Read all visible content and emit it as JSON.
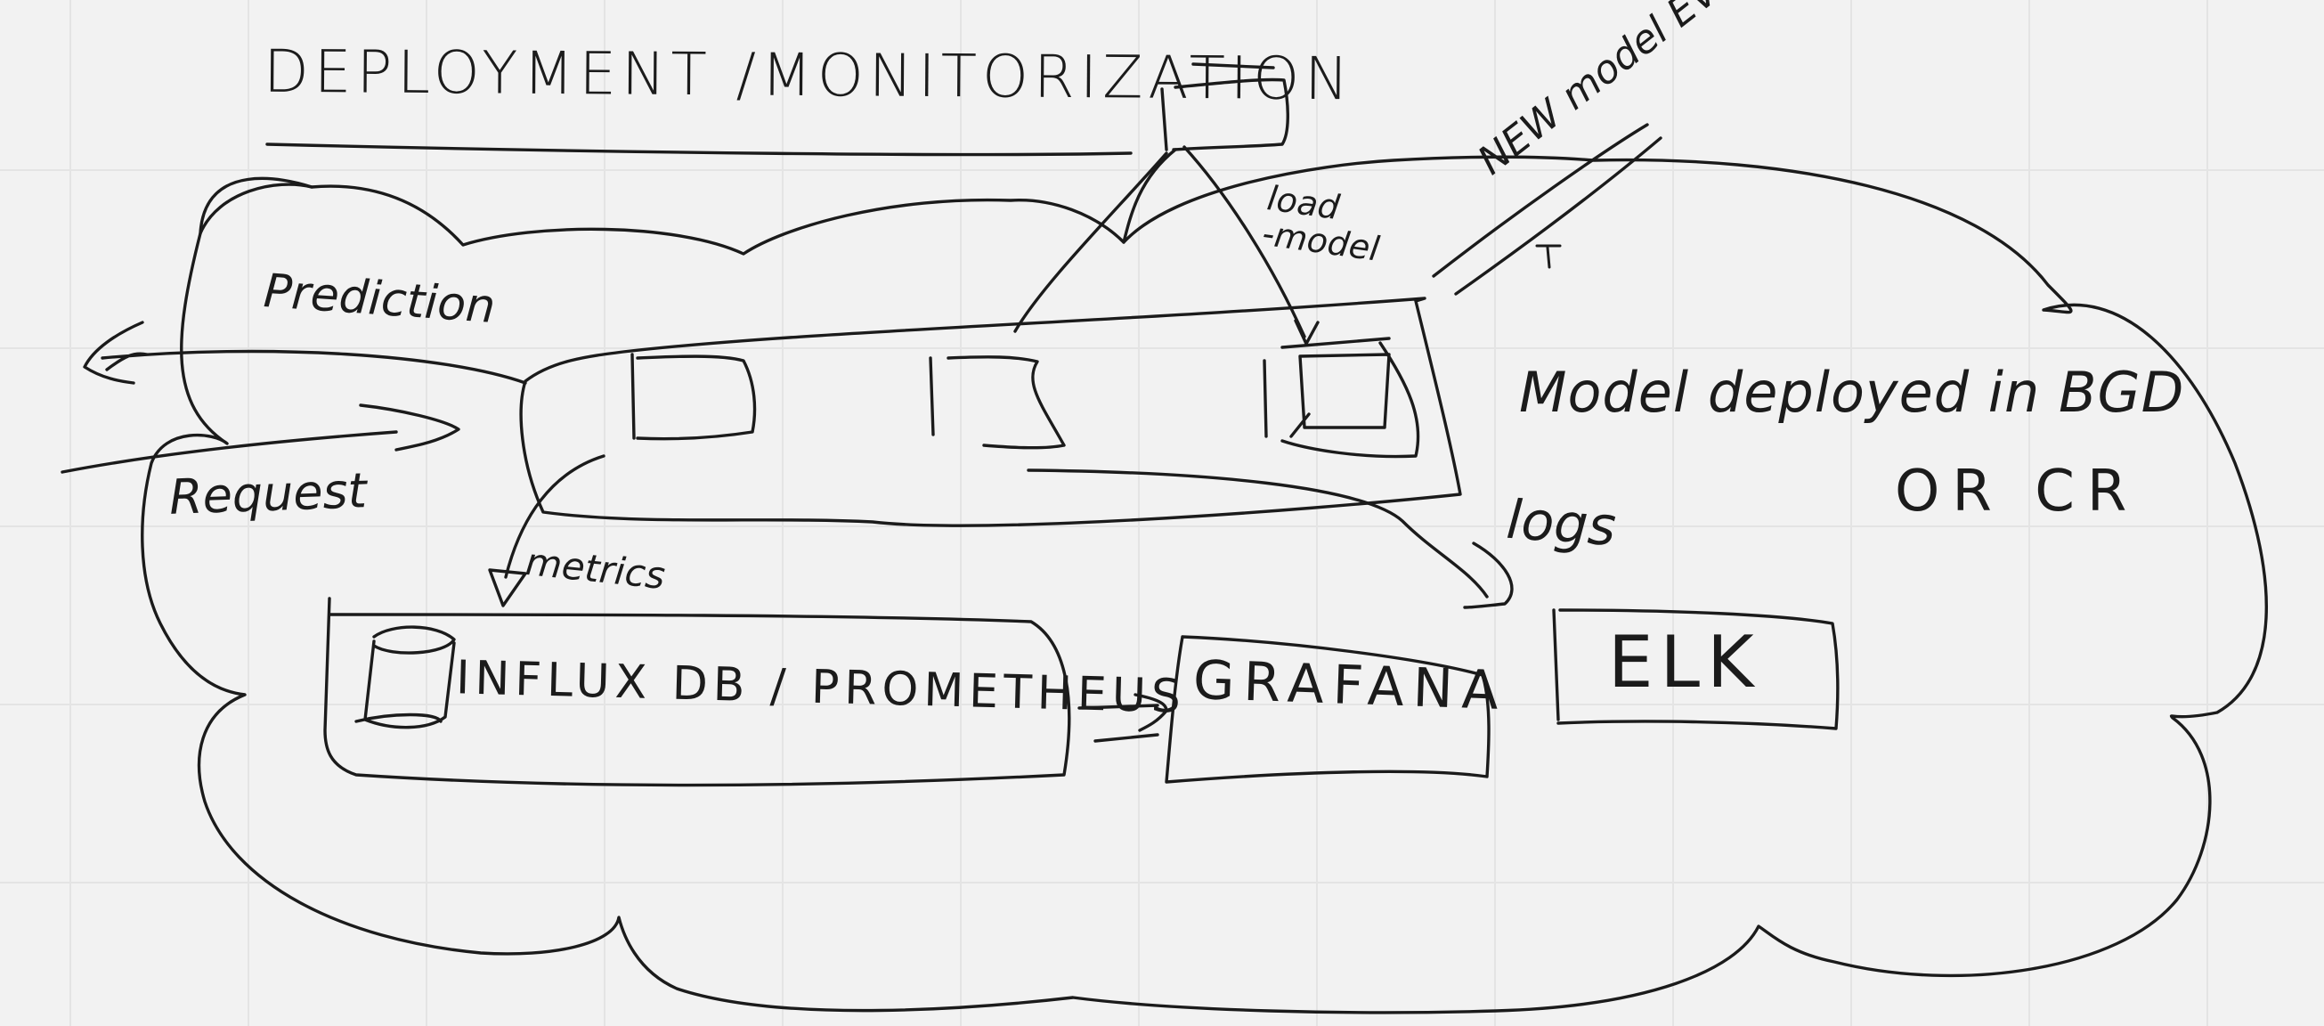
{
  "labels": {
    "title": "DEPLOYMENT /MONITORIZATION",
    "prediction": "Prediction",
    "request": "Request",
    "load_model": "load\n-model",
    "new_model": "NEW model EV",
    "model_deployed": "Model deployed in BGD",
    "or_cr": "OR CR",
    "logs": "logs",
    "metrics": "metrics",
    "influx": "INFLUX DB / PROMETHEUS",
    "grafana": "GRAFANA",
    "elk": "ELK"
  },
  "colors": {
    "ink": "#1b1b1b",
    "paper": "#f2f2f2",
    "grid": "#e4e4e4"
  }
}
